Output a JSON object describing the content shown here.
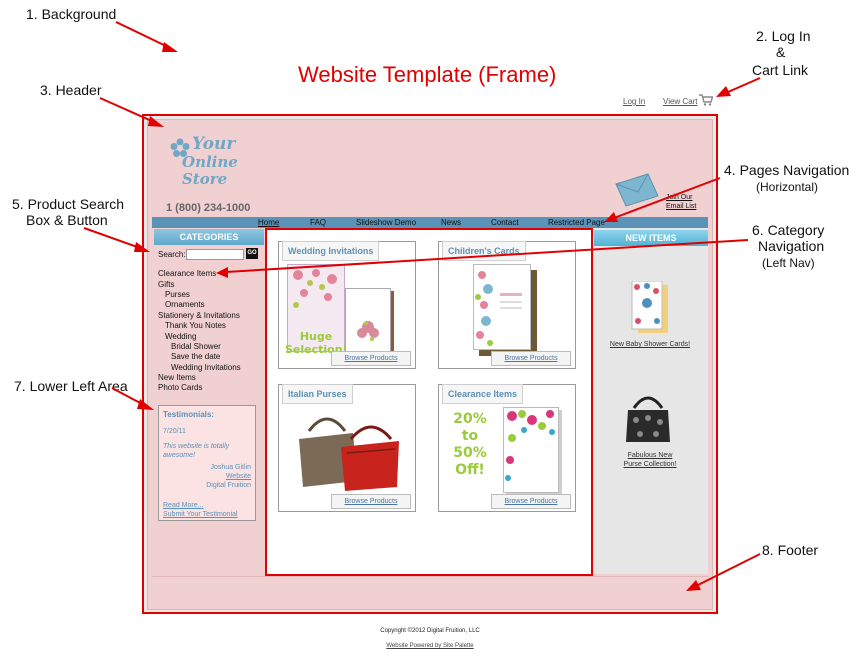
{
  "title": "Website Template (Frame)",
  "callouts": {
    "c1": "1. Background",
    "c2a": "2. Log In",
    "c2b": "&",
    "c2c": "Cart Link",
    "c3": "3. Header",
    "c4a": "4. Pages Navigation",
    "c4b": "(Horizontal)",
    "c5a": "5. Product Search",
    "c5b": "Box & Button",
    "c6a": "6. Category",
    "c6b": "Navigation",
    "c6c": "(Left Nav)",
    "c7": "7. Lower Left Area",
    "c8": "8. Footer"
  },
  "header": {
    "logo_line1": "Your",
    "logo_line2": "Online",
    "logo_line3": "Store",
    "phone": "1 (800) 234-1000",
    "login": "Log In",
    "view_cart": "View Cart",
    "join_line1": "Join Our",
    "join_line2": "Email List"
  },
  "nav": [
    "Home",
    "FAQ",
    "Slideshow Demo",
    "News",
    "Contact",
    "Restricted Page"
  ],
  "categories": {
    "heading": "CATEGORIES",
    "search_label": "Search:",
    "search_value": "",
    "go": "GO",
    "items": [
      "Clearance Items",
      "Gifts",
      "Purses",
      "Ornaments",
      "Stationery & Invitations",
      "Thank You Notes",
      "Wedding",
      "Bridal Shower",
      "Save the date",
      "Wedding Invitations",
      "New Items",
      "Photo Cards"
    ]
  },
  "testimonial": {
    "heading": "Testimonials:",
    "date": "7/20/11",
    "quote": "This website is totally awesome!",
    "author": "Joshua Gitlin",
    "site": "Website",
    "company": "Digital Fruition",
    "read_more": "Read More...",
    "submit": "Submit Your Testimonial"
  },
  "products": [
    {
      "title": "Wedding Invitations",
      "promo": "Huge Selection!",
      "browse": "Browse Products"
    },
    {
      "title": "Children's Cards",
      "browse": "Browse Products"
    },
    {
      "title": "Italian Purses",
      "browse": "Browse Products"
    },
    {
      "title": "Clearance Items",
      "promo": "20% to 50% Off!",
      "browse": "Browse Products"
    }
  ],
  "new_items": {
    "heading": "NEW ITEMS",
    "item1": "New Baby Shower Cards!",
    "item2a": "Fabulous New",
    "item2b": "Purse Collection!"
  },
  "footer": {
    "copyright": "Copyright ©2012 Digital Fruition, LLC",
    "powered": "Website Powered by Site Palette"
  },
  "colors": {
    "accent": "#e00000",
    "nav": "#5b92b7",
    "pink": "#f1d0d2"
  }
}
